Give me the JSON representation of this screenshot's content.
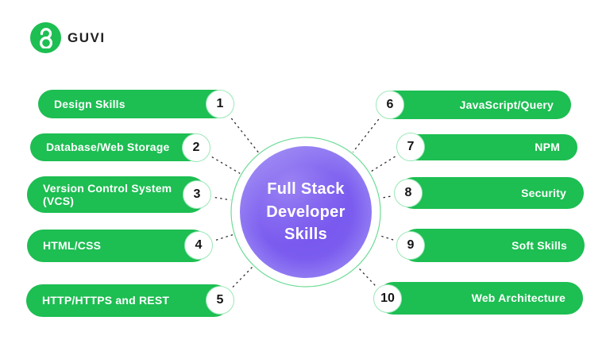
{
  "header": {
    "brand": "GUVI",
    "logo_glyph": "g"
  },
  "center": {
    "lines": [
      "Full Stack",
      "Developer",
      "Skills"
    ]
  },
  "items": [
    {
      "number": "1",
      "label": "Design Skills",
      "side": "left"
    },
    {
      "number": "2",
      "label": "Database/Web Storage",
      "side": "left"
    },
    {
      "number": "3",
      "label": "Version Control System (VCS)",
      "side": "left"
    },
    {
      "number": "4",
      "label": "HTML/CSS",
      "side": "left"
    },
    {
      "number": "5",
      "label": "HTTP/HTTPS and REST",
      "side": "left"
    },
    {
      "number": "6",
      "label": "JavaScript/Query",
      "side": "right"
    },
    {
      "number": "7",
      "label": "NPM",
      "side": "right"
    },
    {
      "number": "8",
      "label": "Security",
      "side": "right"
    },
    {
      "number": "9",
      "label": "Soft Skills",
      "side": "right"
    },
    {
      "number": "10",
      "label": "Web Architecture",
      "side": "right"
    }
  ],
  "colors": {
    "green": "#1DBE52",
    "ring_green": "#6FDC97",
    "badge_border_green": "#9AE8B8",
    "purple_core": "#7452EE",
    "purple_light": "#AE9DF6",
    "dash": "#2E2E2E",
    "number_text": "#141414",
    "brand_text": "#222222",
    "pill_text": "#FFFFFF",
    "background": "#FFFFFF"
  }
}
